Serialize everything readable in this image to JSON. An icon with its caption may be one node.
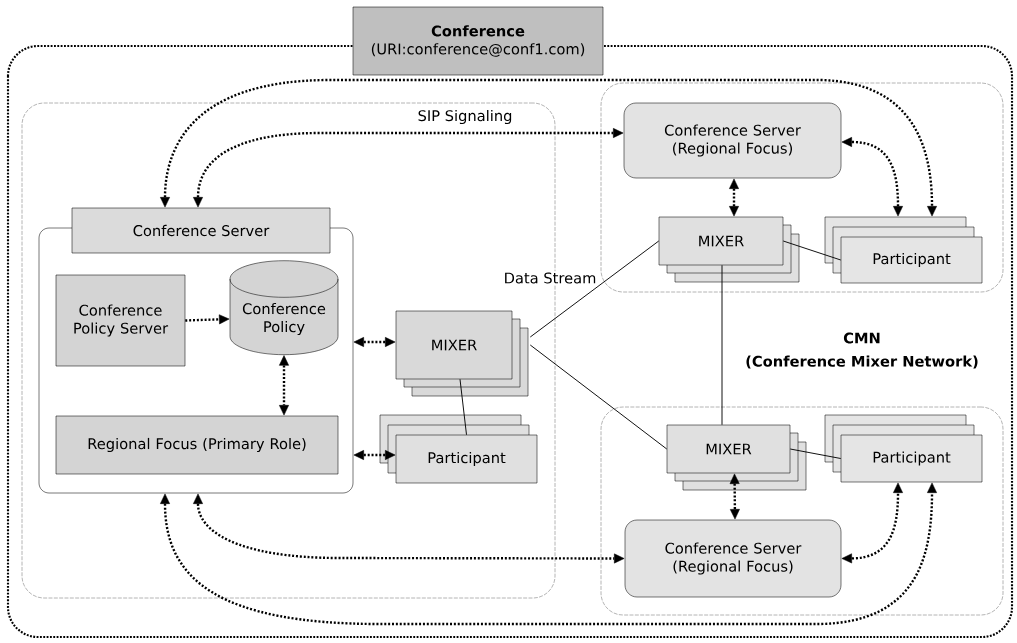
{
  "diagram": {
    "nodes": [
      {
        "text": [
          "Conference",
          "(URI:conference@conf1.com)"
        ]
      },
      {
        "text": [],
        "shape": "box",
        "in": 0
      },
      {
        "text": [
          "Conference Server"
        ],
        "in": 1
      },
      {
        "text": [
          "Conference Policy Server"
        ],
        "in": 2
      },
      {
        "text": [
          "Conference Policy"
        ],
        "in": 2
      },
      {
        "text": [
          "Regional Focus (Primary Role)"
        ],
        "in": 2
      },
      {
        "text": [
          "MIXER"
        ],
        "in": 1
      },
      {
        "text": [
          "Participant"
        ],
        "in": 1
      },
      {
        "text": [],
        "shape": "box",
        "in": 0
      },
      {
        "text": [
          "Conference Server (Regional Focus)"
        ],
        "in": 8
      },
      {
        "text": [
          "MIXER"
        ],
        "in": 8
      },
      {
        "text": [
          "Participant"
        ],
        "in": 8
      },
      {
        "text": [],
        "shape": "box",
        "in": 0
      },
      {
        "text": [
          "MIXER"
        ],
        "in": 12
      },
      {
        "text": [
          "Participant"
        ],
        "in": 12
      },
      {
        "text": [
          "Conference Server (Regional Focus)"
        ],
        "in": 12
      }
    ],
    "edges": [
      {
        "from": 3,
        "to": 4,
        "arrow": "to",
        "style": "dashed"
      },
      {
        "from": 4,
        "to": 5,
        "arrow": "both",
        "style": "dashed"
      },
      {
        "from": 2,
        "to": 6,
        "arrow": "both",
        "style": "dashed"
      },
      {
        "from": 2,
        "to": 7,
        "arrow": "both",
        "style": "dashed"
      },
      {
        "from": 2,
        "to": 11,
        "arrow": "both",
        "style": "dashed"
      },
      {
        "from": 2,
        "to": 9,
        "arrow": "both",
        "style": "dashed"
      },
      {
        "from": 9,
        "to": 10,
        "arrow": "both",
        "style": "dashed"
      },
      {
        "from": 9,
        "to": 11,
        "arrow": "both",
        "style": "dashed"
      },
      {
        "from": 2,
        "to": 14,
        "arrow": "both",
        "style": "dashed"
      },
      {
        "from": 2,
        "to": 15,
        "arrow": "both",
        "style": "dashed"
      },
      {
        "from": 13,
        "to": 15,
        "arrow": "both",
        "style": "dashed"
      },
      {
        "from": 15,
        "to": 14,
        "arrow": "both",
        "style": "dashed"
      },
      {
        "from": 6,
        "to": 10,
        "arrow": "none",
        "label": "Data Stream"
      },
      {
        "from": 6,
        "to": 13,
        "arrow": "none"
      },
      {
        "from": 10,
        "to": 13,
        "arrow": "none"
      },
      {
        "from": 6,
        "to": 7,
        "arrow": "none"
      },
      {
        "from": 10,
        "to": 11,
        "arrow": "none"
      },
      {
        "from": 13,
        "to": 14,
        "arrow": "none"
      }
    ],
    "labels": [
      "SIP Signaling",
      "CMN",
      "(Conference Mixer Network)"
    ]
  }
}
